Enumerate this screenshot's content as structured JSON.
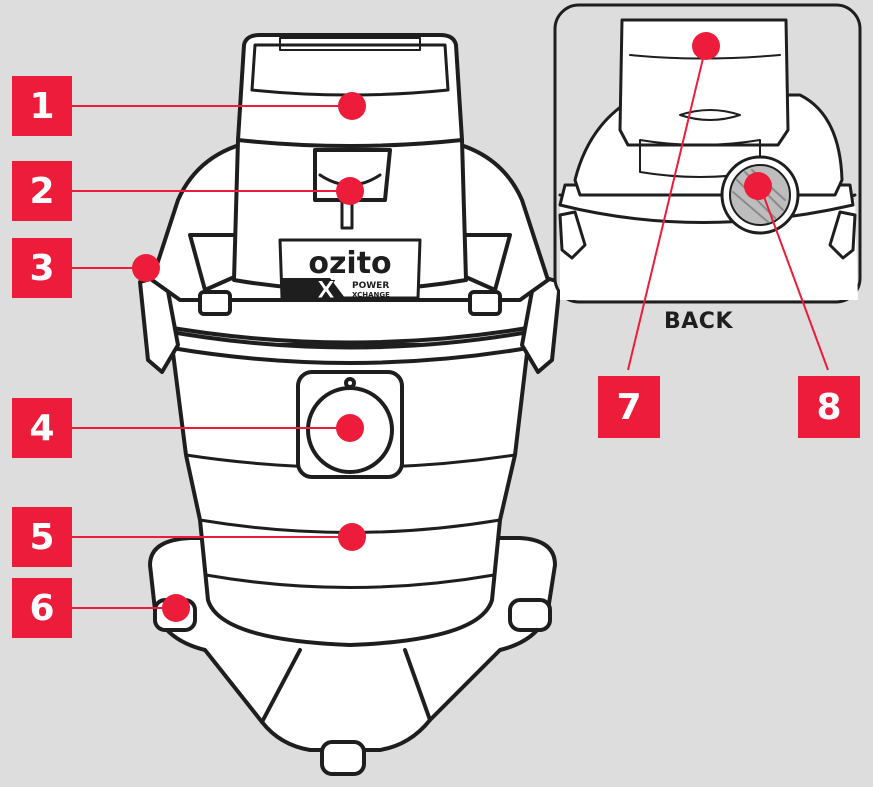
{
  "diagram": {
    "callouts": [
      {
        "number": "1"
      },
      {
        "number": "2"
      },
      {
        "number": "3"
      },
      {
        "number": "4"
      },
      {
        "number": "5"
      },
      {
        "number": "6"
      },
      {
        "number": "7"
      },
      {
        "number": "8"
      }
    ],
    "inset_label": "BACK",
    "brand": {
      "logo_text": "ozito",
      "logo_mark": "X",
      "sub_line_1": "POWER",
      "sub_line_2": "XCHANGE"
    },
    "colors": {
      "background": "#dddddd",
      "callout_red": "#ed1c3a",
      "outline": "#1e1e1e",
      "body_fill": "#ffffff"
    }
  }
}
